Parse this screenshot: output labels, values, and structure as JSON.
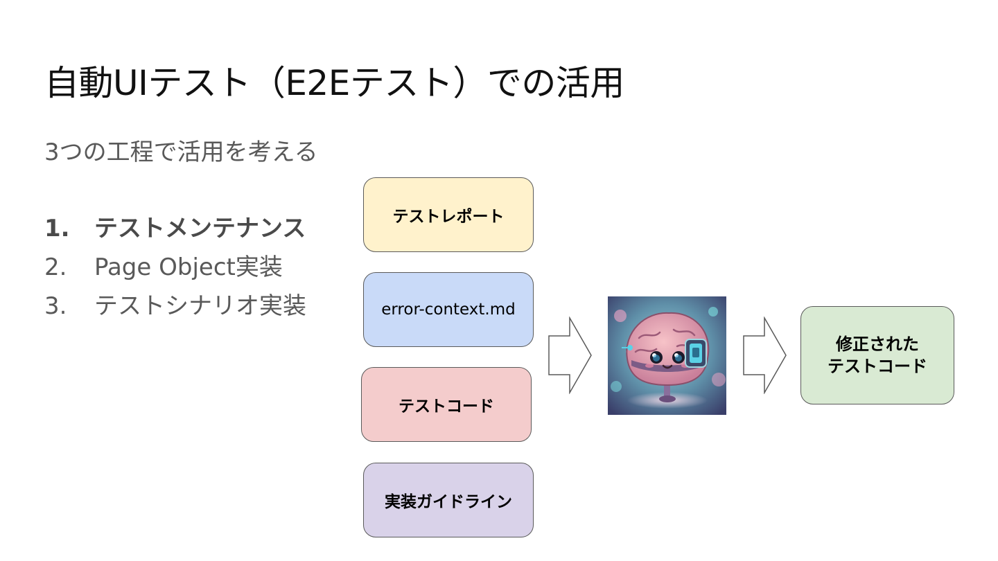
{
  "slide": {
    "title": "自動UIテスト（E2Eテスト）での活用",
    "subtitle": "3つの工程で活用を考える"
  },
  "steps": [
    {
      "number": "1.",
      "label": "テストメンテナンス",
      "active": true
    },
    {
      "number": "2.",
      "label": "Page Object実装",
      "active": false
    },
    {
      "number": "3.",
      "label": "テストシナリオ実装",
      "active": false
    }
  ],
  "inputs": [
    {
      "label": "テストレポート",
      "color": "#fff2cc"
    },
    {
      "label": "error-context.md",
      "color": "#c9daf8"
    },
    {
      "label": "テストコード",
      "color": "#f4cccc"
    },
    {
      "label": "実装ガイドライン",
      "color": "#d9d2e9"
    }
  ],
  "output": {
    "line1": "修正された",
    "line2": "テストコード",
    "color": "#d9ead3"
  },
  "ai_image": {
    "icon": "cute-ai-brain-robot-icon"
  },
  "arrows": [
    "arrow-right-icon",
    "arrow-right-icon"
  ]
}
